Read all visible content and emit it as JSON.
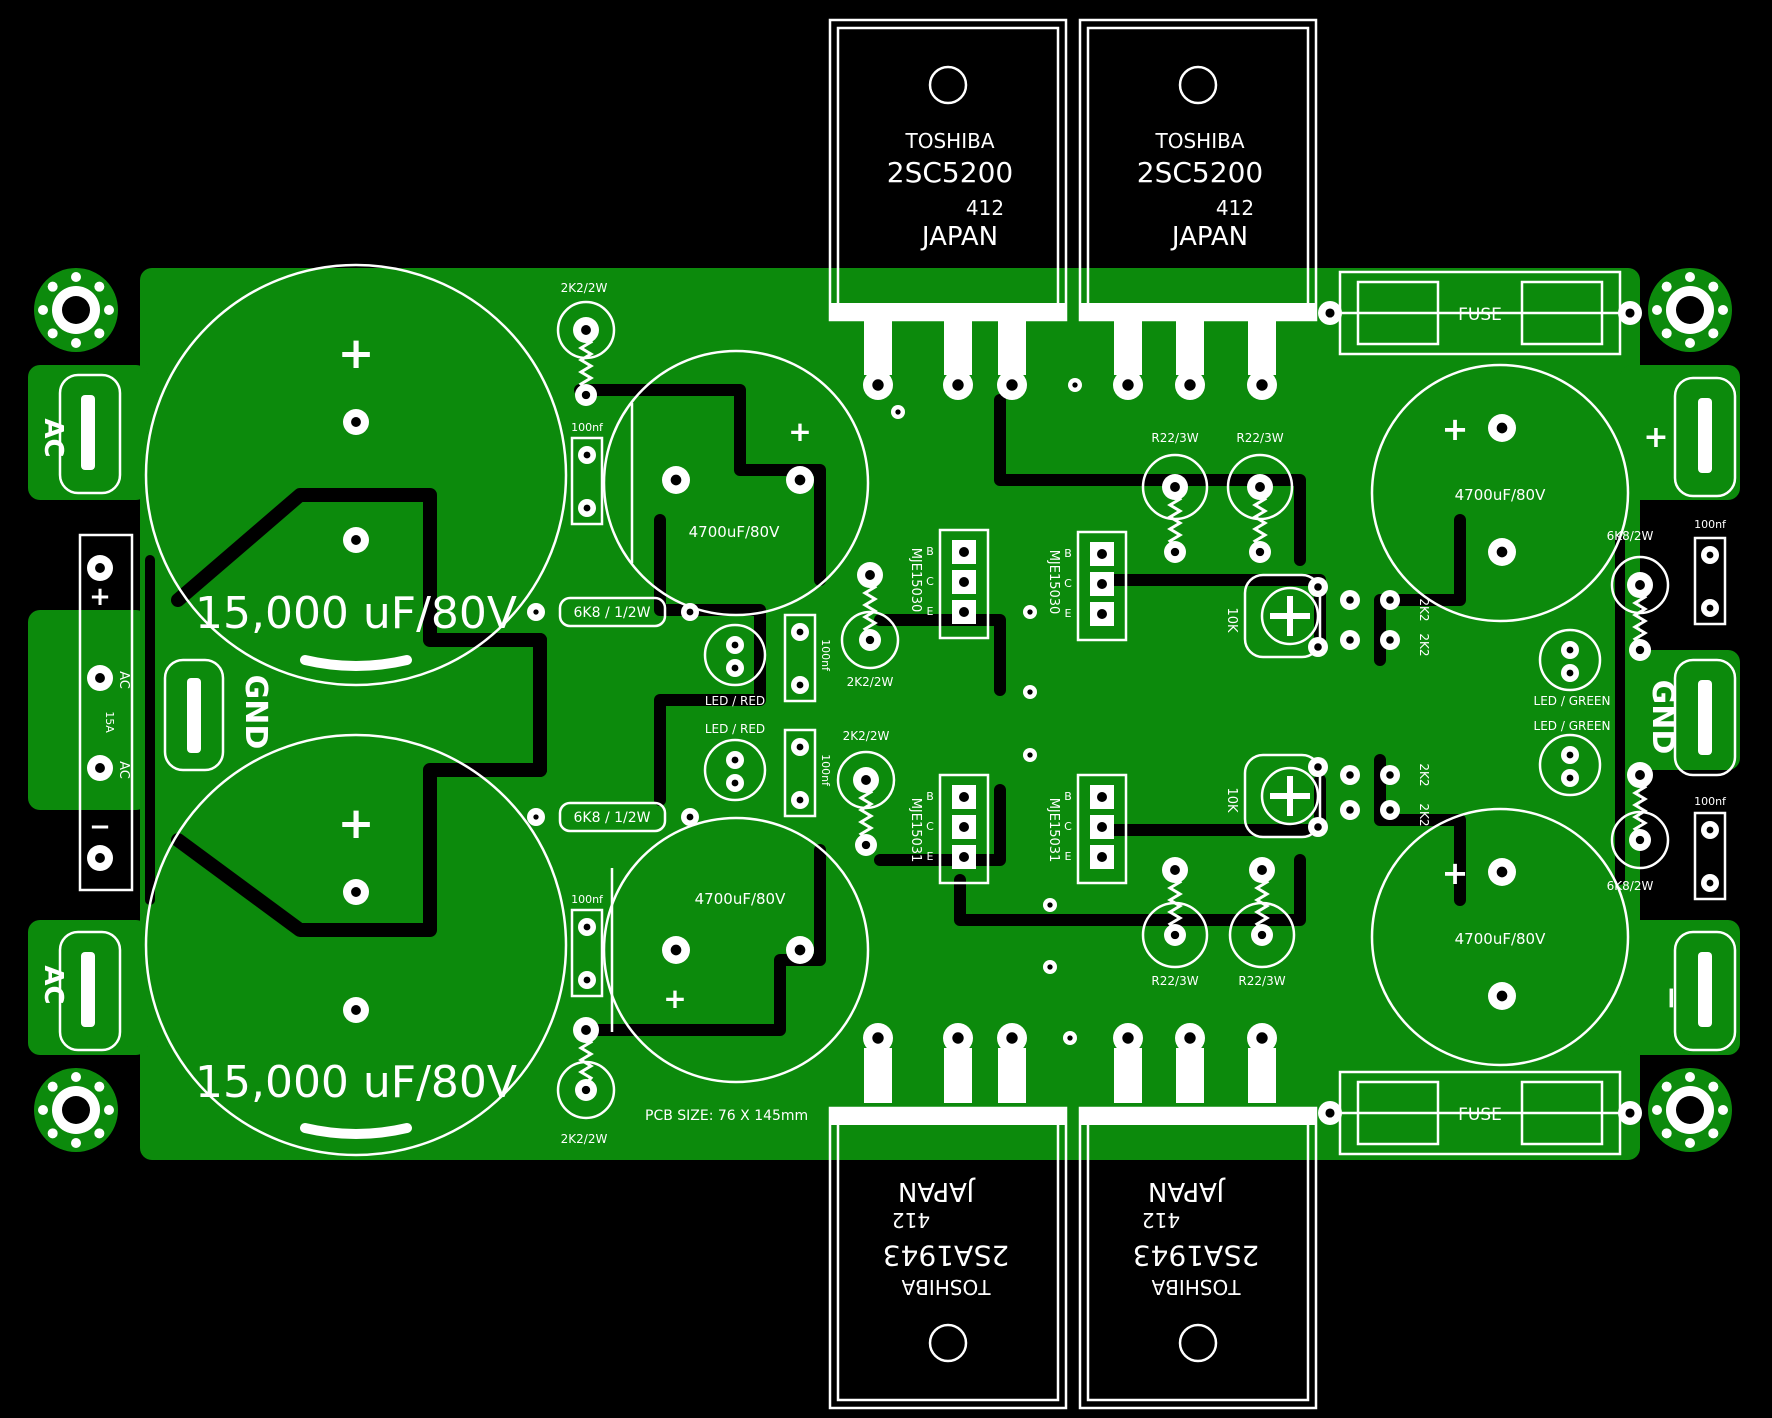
{
  "colors": {
    "copper": "#0c8a0c",
    "background": "#000000",
    "silkscreen": "#ffffff",
    "pad": "#ffffff"
  },
  "labels": {
    "big_cap": "15,000 uF/80V",
    "cap4700": "4700uF/80V",
    "plus": "+",
    "minus": "−",
    "gnd": "GND",
    "ac": "AC",
    "fuse": "FUSE",
    "r2k2_2w": "2K2/2W",
    "r6k8_half": "6K8 / 1/2W",
    "r6k8_2w": "6K8/2W",
    "r22": "R22/3W",
    "c100nf": "100nf",
    "led_red": "LED / RED",
    "led_green": "LED / GREEN",
    "r2k2": "2K2",
    "pot": "10K",
    "bce": [
      "B",
      "C",
      "E"
    ],
    "mje_top": "MJE15030",
    "mje_bottom": "MJE15031",
    "bridge_ac": "AC",
    "bridge_15a": "15A",
    "pcb_size": "PCB SIZE: 76 X 145mm"
  },
  "transistors": {
    "npn": {
      "brand": "TOSHIBA",
      "part": "2SC5200",
      "code": "412",
      "origin": "JAPAN"
    },
    "pnp": {
      "brand": "TOSHIBA",
      "part": "2SA1943",
      "code": "412",
      "origin": "JAPAN"
    }
  }
}
